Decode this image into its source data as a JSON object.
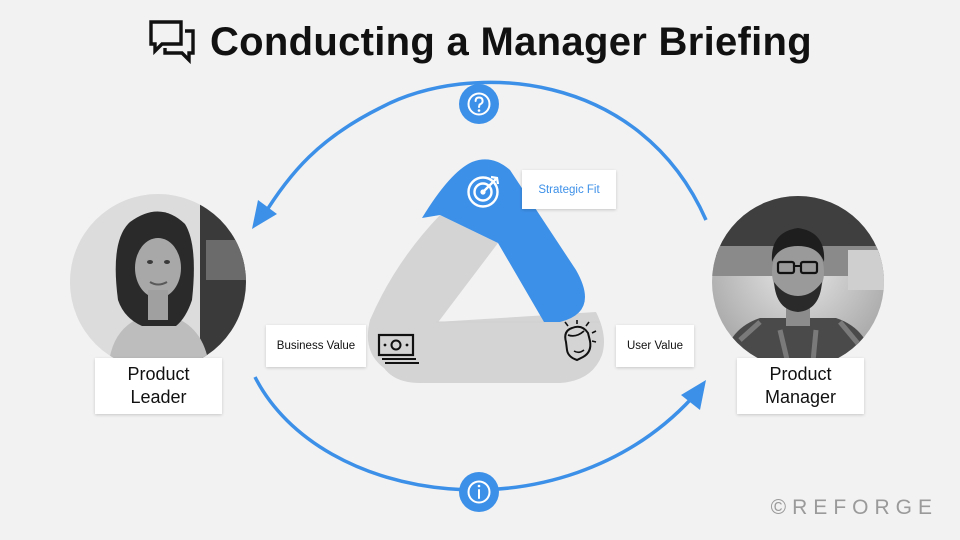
{
  "title": "Conducting a Manager Briefing",
  "title_icon": "chat-bubbles-icon",
  "colors": {
    "accent": "#3d90e8",
    "gray_shape": "#d4d4d4",
    "background": "#f2f2f2",
    "text": "#111111"
  },
  "people": {
    "left": {
      "line1": "Product",
      "line2": "Leader",
      "photo": "avatar-photo-woman"
    },
    "right": {
      "line1": "Product",
      "line2": "Manager",
      "photo": "avatar-photo-man"
    }
  },
  "values": {
    "strategic_fit": "Strategic Fit",
    "business_value": "Business Value",
    "user_value": "User Value"
  },
  "cycle_icons": {
    "top": "question-icon",
    "bottom": "info-icon"
  },
  "value_icons": {
    "strategic_fit": "target-icon",
    "business_value": "money-icon",
    "user_value": "face-idea-icon"
  },
  "watermark": "©REFORGE"
}
